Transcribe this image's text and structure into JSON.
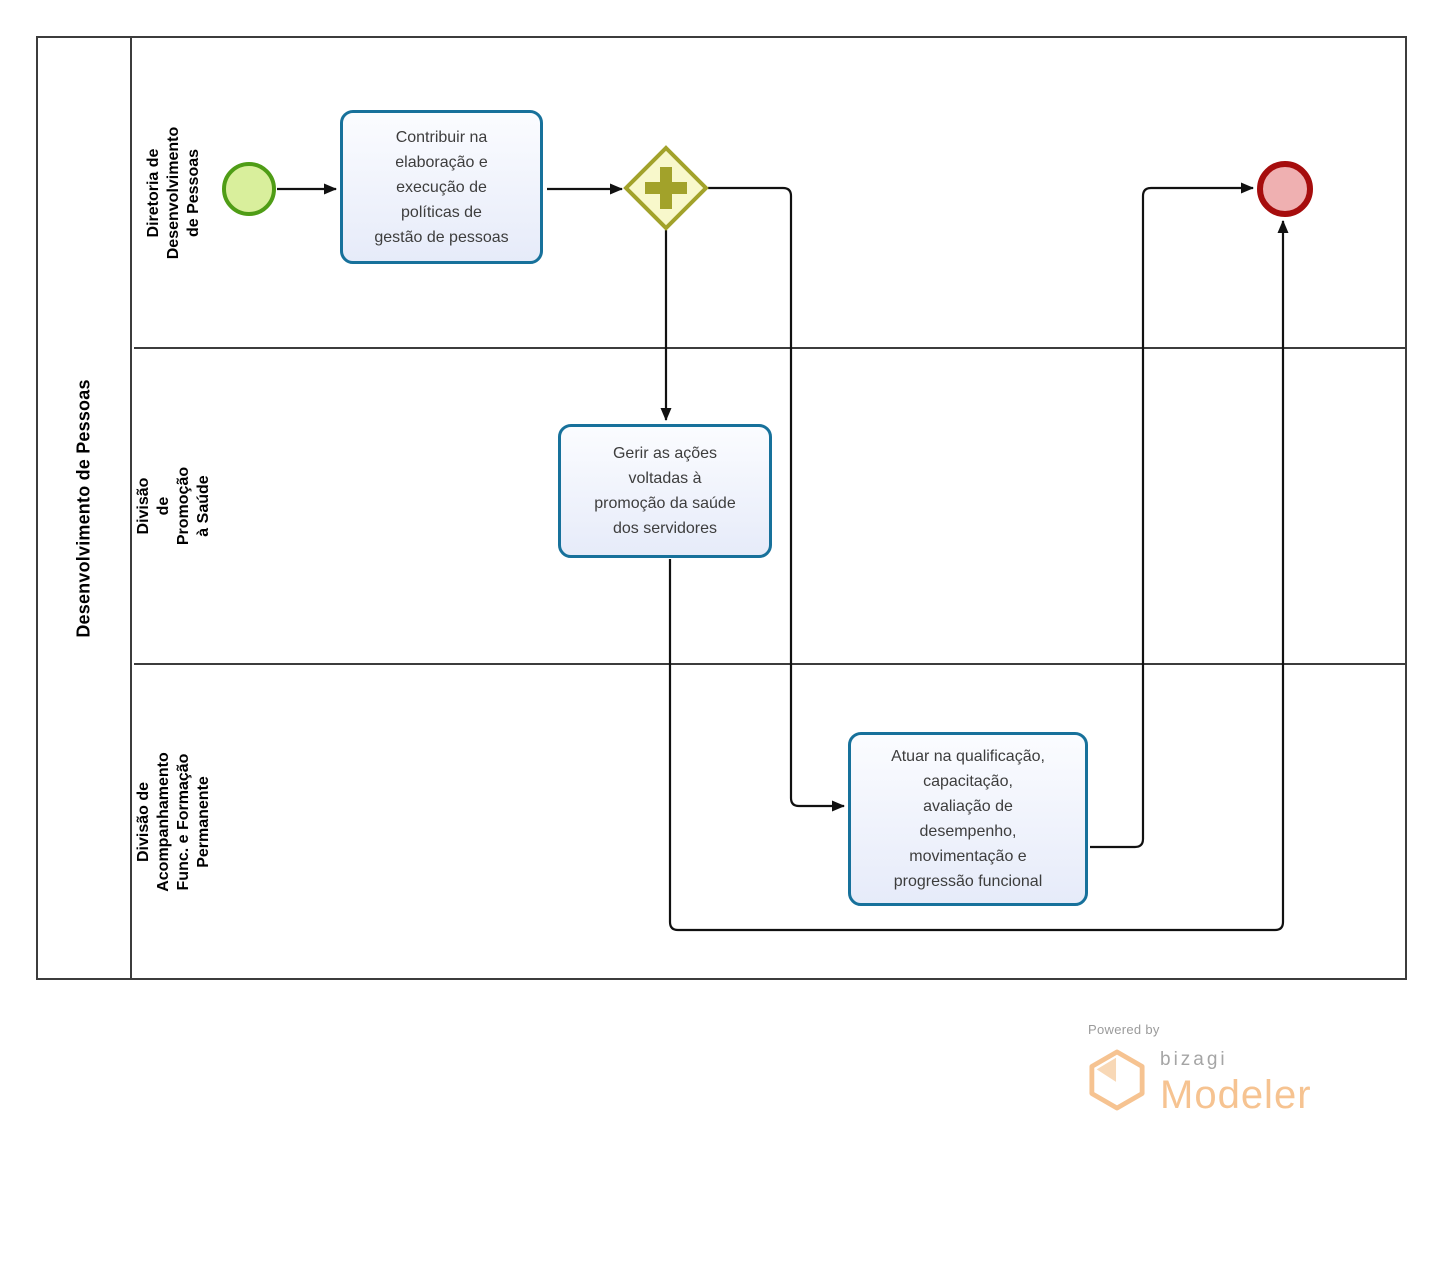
{
  "pool": {
    "title": "Desenvolvimento de Pessoas",
    "lanes": [
      {
        "label": "Diretoria de Desenvolvimento\nde Pessoas"
      },
      {
        "label": "Divisão de Promoção à Saúde"
      },
      {
        "label": "Divisão de Acompanhamento\nFunc. e Formação Permanente"
      }
    ]
  },
  "tasks": {
    "task1": "Contribuir na\nelaboração e\nexecução de\npolíticas de\ngestão de pessoas",
    "task2": "Gerir as ações\nvoltadas à\npromoção da saúde\ndos servidores",
    "task3": "Atuar na qualificação,\ncapacitação,\navaliação de\ndesempenho,\nmovimentação e\nprogressão funcional"
  },
  "branding": {
    "powered_by": "Powered by",
    "brand": "bizagi",
    "product": "Modeler"
  },
  "colors": {
    "pool_border": "#3c3c3c",
    "flow_line": "#111111",
    "task_fill_top": "#fbfcff",
    "task_fill_bottom": "#e6ebf9",
    "task_border": "#17719b",
    "task_text": "#3d3d3d",
    "start_fill": "#d9ef9c",
    "start_border": "#4f9d16",
    "gateway_fill": "#f8f8cb",
    "gateway_border": "#a2a22a",
    "end_fill": "#efb0b1",
    "end_border": "#a60d0d",
    "brand_orange": "#f6c391",
    "brand_gray": "#9b9b9b",
    "label_text": "#000000"
  }
}
